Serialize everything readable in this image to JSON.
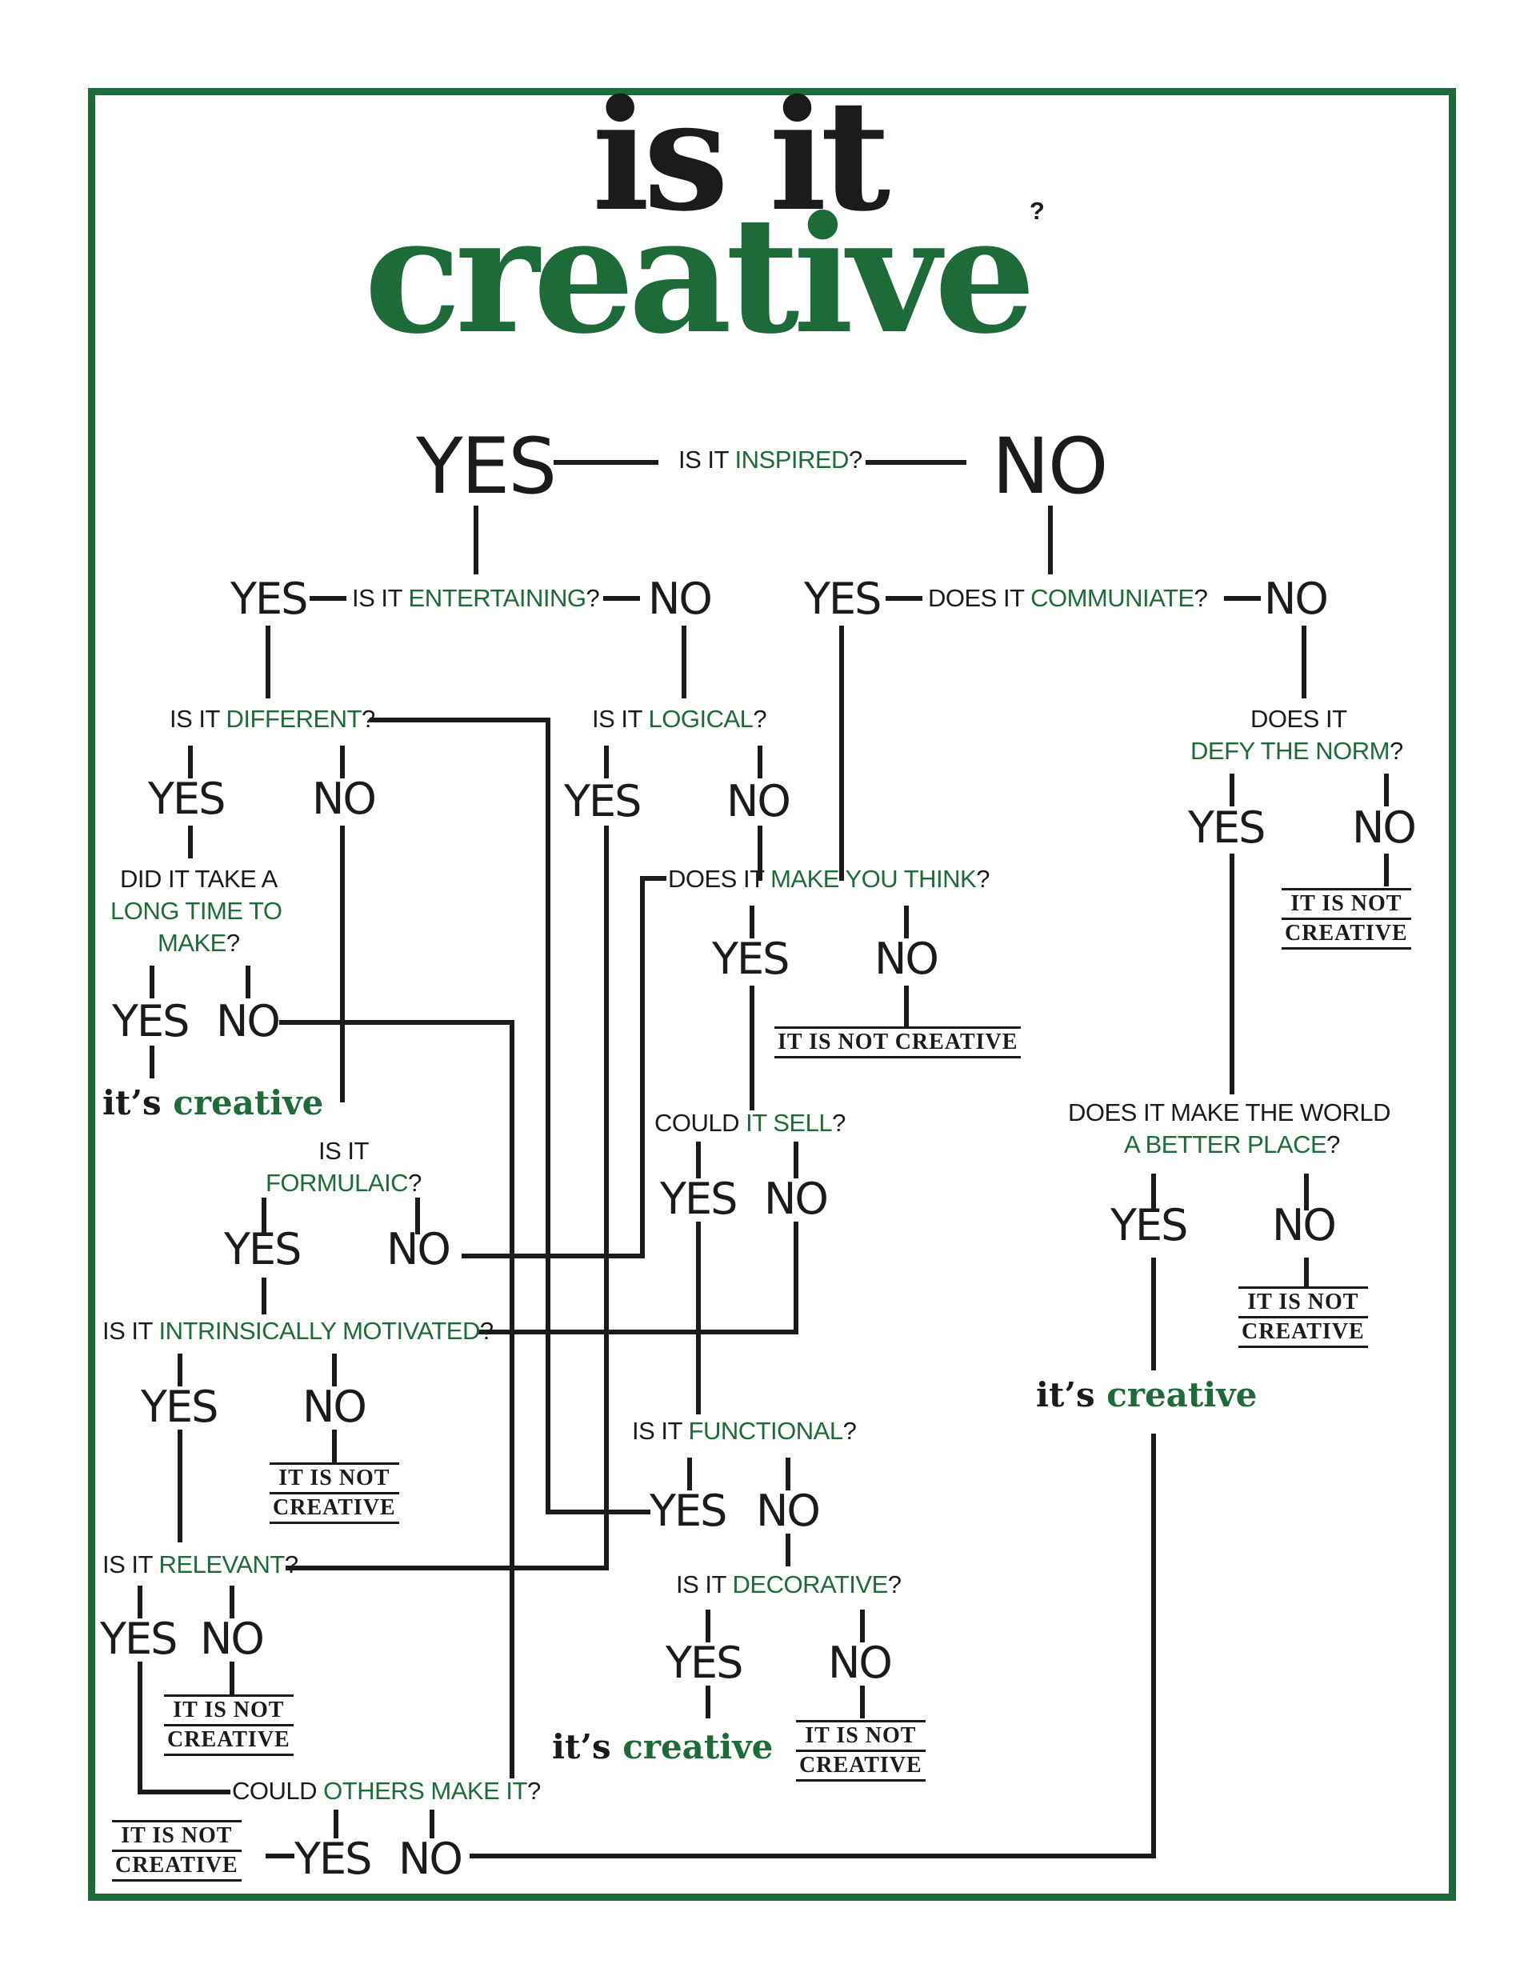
{
  "title": {
    "line1": "is it",
    "line2": "creative",
    "line2_mark": "?"
  },
  "colors": {
    "accent": "#1e6b3a",
    "ink": "#1b1b1b",
    "background": "#ffffff"
  },
  "labels": {
    "yes": "YES",
    "no": "NO"
  },
  "outcomes": {
    "creative_a": "it’s",
    "creative_b": "creative",
    "not_a": "IT IS NOT",
    "not_b": "CREATIVE",
    "not_single": "IT IS NOT CREATIVE"
  },
  "questions": {
    "inspired": {
      "pre": "IS IT ",
      "hl": "INSPIRED",
      "post": "?"
    },
    "entertaining": {
      "pre": "IS IT ",
      "hl": "ENTERTAINING",
      "post": "?"
    },
    "communicate": {
      "pre": "DOES IT ",
      "hl": "COMMUNIATE",
      "post": "?"
    },
    "different": {
      "pre": "IS IT ",
      "hl": "DIFFERENT",
      "post": "?"
    },
    "logical": {
      "pre": "IS IT ",
      "hl": "LOGICAL",
      "post": "?"
    },
    "defy_line1": "DOES IT",
    "defy": {
      "hl": "DEFY THE NORM",
      "post": "?"
    },
    "long_line1": "DID IT TAKE A",
    "long_line2": "LONG TIME TO",
    "long_line3": "MAKE",
    "long_post": "?",
    "think": {
      "pre": "DOES IT ",
      "hl": "MAKE YOU THINK",
      "post": "?"
    },
    "sell": {
      "pre": "COULD ",
      "hl": "IT SELL",
      "post": "?"
    },
    "world_line1": "DOES IT MAKE THE WORLD",
    "world": {
      "hl": "A BETTER PLACE",
      "post": "?"
    },
    "formulaic_line1": "IS IT",
    "formulaic": {
      "hl": "FORMULAIC",
      "post": "?"
    },
    "intrinsic": {
      "pre": "IS IT ",
      "hl": "INTRINSICALLY MOTIVATED",
      "post": "?"
    },
    "functional": {
      "pre": "IS IT ",
      "hl": "FUNCTIONAL",
      "post": "?"
    },
    "relevant": {
      "pre": "IS IT ",
      "hl": "RELEVANT",
      "post": "?"
    },
    "decorative": {
      "pre": "IS IT ",
      "hl": "DECORATIVE",
      "post": "?"
    },
    "others": {
      "pre": "COULD ",
      "hl": "OTHERS MAKE IT",
      "post": "?"
    }
  }
}
